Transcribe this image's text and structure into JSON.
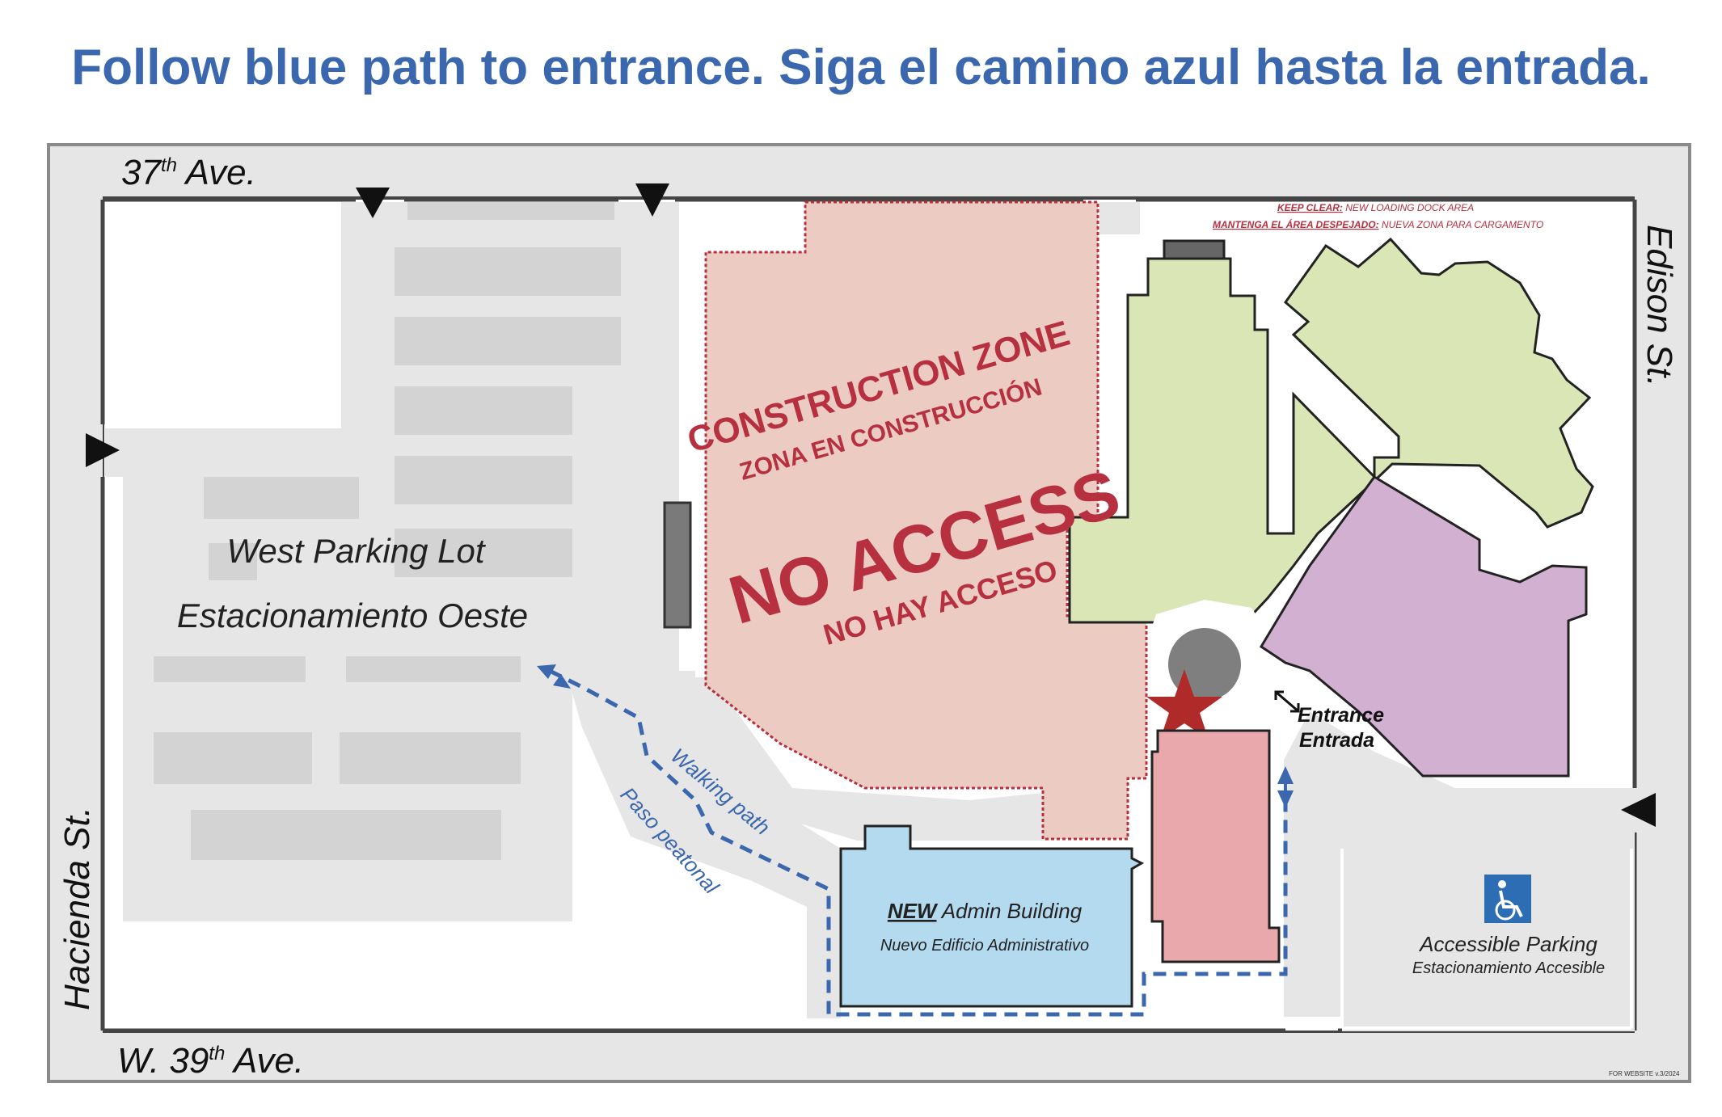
{
  "title": "Follow blue path to entrance. Siga el camino azul hasta la entrada.",
  "streets": {
    "top_name": "37",
    "top_sup": "th",
    "top_suffix": " Ave.",
    "bottom_prefix": "W. 39",
    "bottom_sup": "th",
    "bottom_suffix": " Ave.",
    "left": "Hacienda St.",
    "right": "Edison St."
  },
  "west_lot": {
    "line1": "West Parking Lot",
    "line2": "Estacionamiento Oeste"
  },
  "construction": {
    "line1": "CONSTRUCTION ZONE",
    "line2": "ZONA EN CONSTRUCCIÓN",
    "line3": "NO ACCESS",
    "line4": "NO HAY ACCESO"
  },
  "keep_clear": {
    "line1_bold": "KEEP CLEAR:",
    "line1_rest": " NEW LOADING DOCK AREA",
    "line2_bold": "MANTENGA EL ÁREA DESPEJADO:",
    "line2_rest": " NUEVA ZONA PARA CARGAMENTO"
  },
  "walking_path": {
    "en": "Walking path",
    "es": "Paso peatonal"
  },
  "admin": {
    "new_word": "NEW",
    "rest": " Admin Building",
    "es": "Nuevo Edificio Administrativo"
  },
  "entrance": {
    "en": "Entrance",
    "es": "Entrada"
  },
  "accessible": {
    "en": "Accessible Parking",
    "es": "Estacionamiento Accesible"
  },
  "version_note": "FOR WEBSITE v.3/2024",
  "icons": [
    "direction-arrow-icon",
    "star-icon",
    "wheelchair-icon",
    "double-arrow-icon"
  ],
  "colors": {
    "title_blue": "#3a67ad",
    "path_blue": "#3a67ad",
    "construction_fill": "#ebcbc2",
    "construction_red": "#b6303f",
    "green_building": "#dae6b6",
    "purple_building": "#d2b0d1",
    "pink_building": "#e8a8ac",
    "admin_blue": "#b3daef",
    "star_red": "#b02a2a"
  }
}
